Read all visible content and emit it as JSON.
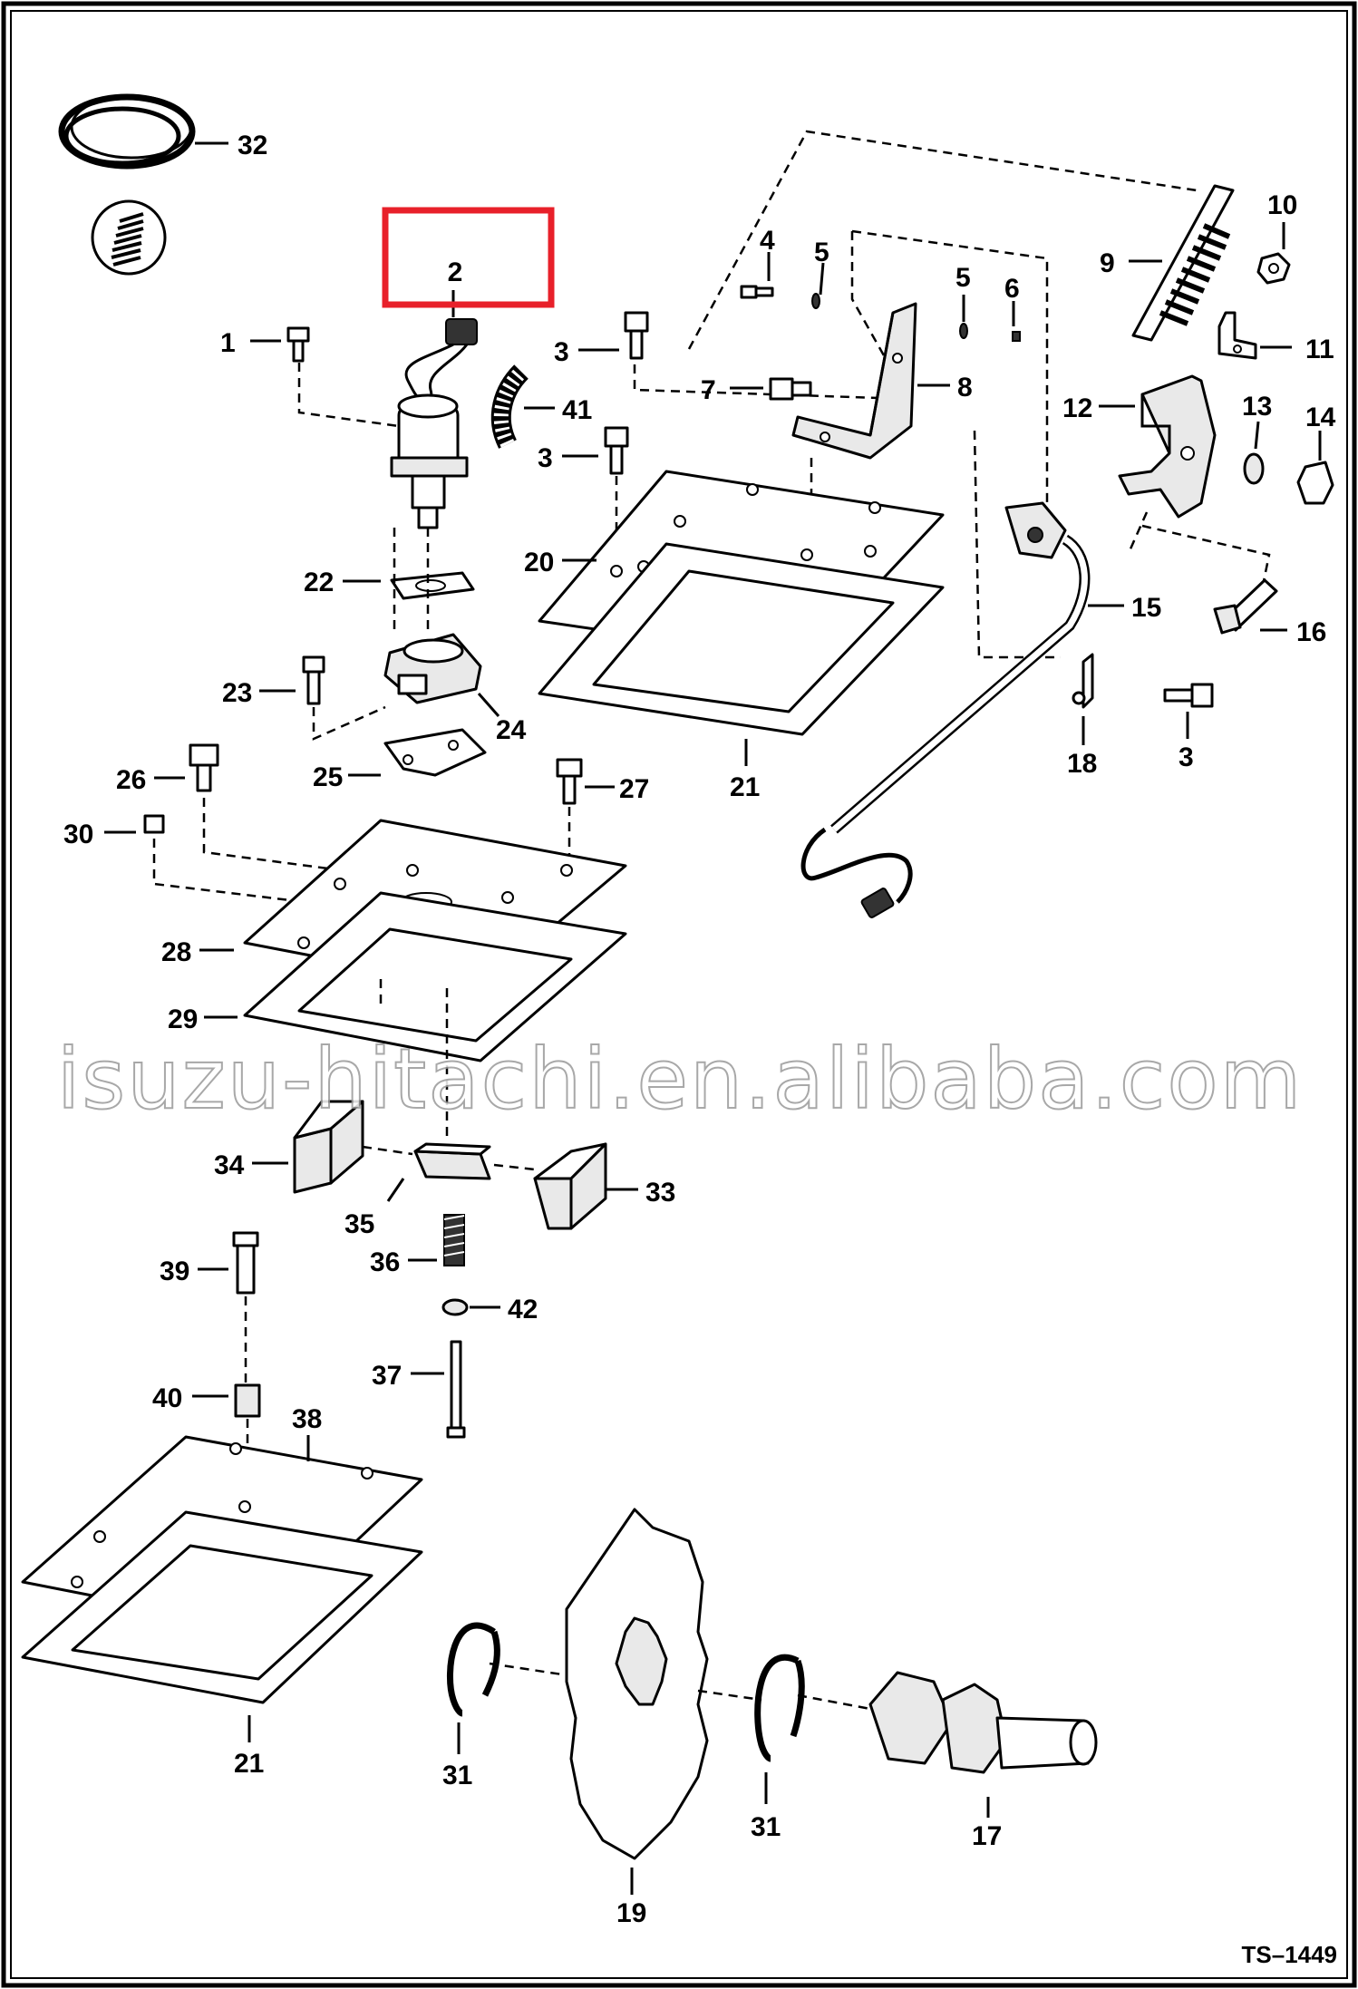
{
  "diagram": {
    "highlighted_callout": "2",
    "highlight_color": "#e8202a",
    "reference": "TS–1449",
    "watermark": "isuzu-hitachi.en.alibaba.com",
    "callouts": [
      {
        "id": "c32",
        "label": "32"
      },
      {
        "id": "c2",
        "label": "2"
      },
      {
        "id": "c1",
        "label": "1"
      },
      {
        "id": "c41",
        "label": "41"
      },
      {
        "id": "c3a",
        "label": "3"
      },
      {
        "id": "c3b",
        "label": "3"
      },
      {
        "id": "c4",
        "label": "4"
      },
      {
        "id": "c5a",
        "label": "5"
      },
      {
        "id": "c5b",
        "label": "5"
      },
      {
        "id": "c6",
        "label": "6"
      },
      {
        "id": "c7",
        "label": "7"
      },
      {
        "id": "c8",
        "label": "8"
      },
      {
        "id": "c9",
        "label": "9"
      },
      {
        "id": "c10",
        "label": "10"
      },
      {
        "id": "c11",
        "label": "11"
      },
      {
        "id": "c12",
        "label": "12"
      },
      {
        "id": "c13",
        "label": "13"
      },
      {
        "id": "c14",
        "label": "14"
      },
      {
        "id": "c15",
        "label": "15"
      },
      {
        "id": "c16",
        "label": "16"
      },
      {
        "id": "c18",
        "label": "18"
      },
      {
        "id": "c3c",
        "label": "3"
      },
      {
        "id": "c20",
        "label": "20"
      },
      {
        "id": "c21a",
        "label": "21"
      },
      {
        "id": "c22",
        "label": "22"
      },
      {
        "id": "c23",
        "label": "23"
      },
      {
        "id": "c24",
        "label": "24"
      },
      {
        "id": "c25",
        "label": "25"
      },
      {
        "id": "c26",
        "label": "26"
      },
      {
        "id": "c27",
        "label": "27"
      },
      {
        "id": "c30",
        "label": "30"
      },
      {
        "id": "c28",
        "label": "28"
      },
      {
        "id": "c29",
        "label": "29"
      },
      {
        "id": "c34",
        "label": "34"
      },
      {
        "id": "c35",
        "label": "35"
      },
      {
        "id": "c33",
        "label": "33"
      },
      {
        "id": "c36",
        "label": "36"
      },
      {
        "id": "c39",
        "label": "39"
      },
      {
        "id": "c42",
        "label": "42"
      },
      {
        "id": "c37",
        "label": "37"
      },
      {
        "id": "c40",
        "label": "40"
      },
      {
        "id": "c38",
        "label": "38"
      },
      {
        "id": "c21b",
        "label": "21"
      },
      {
        "id": "c31a",
        "label": "31"
      },
      {
        "id": "c19",
        "label": "19"
      },
      {
        "id": "c31b",
        "label": "31"
      },
      {
        "id": "c17",
        "label": "17"
      }
    ]
  }
}
